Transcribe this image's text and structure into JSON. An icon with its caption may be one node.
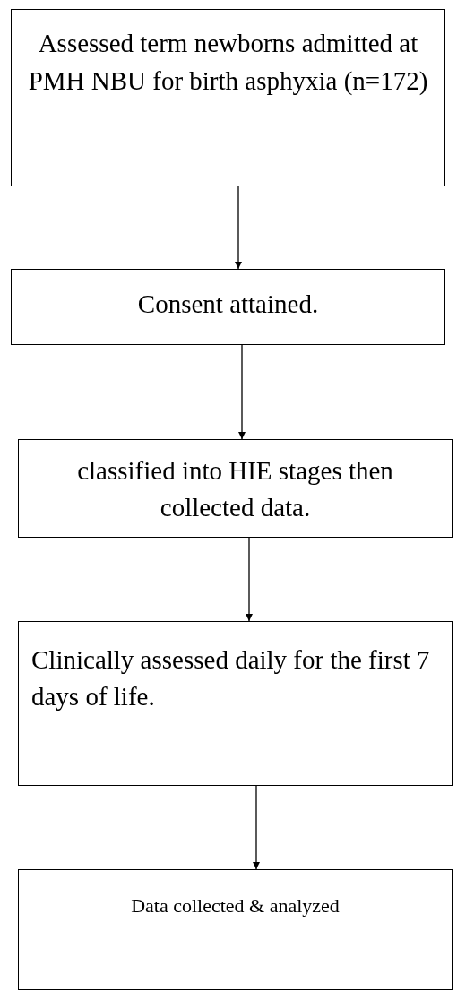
{
  "diagram": {
    "nodes": [
      {
        "text": [
          "Assessed term newborns admitted at PMH NBU for birth asphyxia (n=172)"
        ]
      },
      {
        "text": [
          "Consent attained."
        ]
      },
      {
        "text": [
          "classified into HIE stages then collected data."
        ]
      },
      {
        "text": [
          "Clinically assessed daily for the first 7 days of life."
        ]
      },
      {
        "text": [
          "Data collected & analyzed"
        ]
      }
    ],
    "edges": [
      {
        "from": 0,
        "to": 1,
        "arrow": "to"
      },
      {
        "from": 1,
        "to": 2,
        "arrow": "to"
      },
      {
        "from": 2,
        "to": 3,
        "arrow": "to"
      },
      {
        "from": 3,
        "to": 4,
        "arrow": "to"
      }
    ]
  }
}
